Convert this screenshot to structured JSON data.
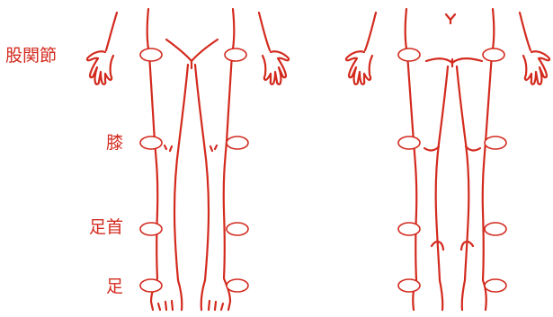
{
  "labels": {
    "hip": "股関節",
    "knee": "膝",
    "ankle": "足首",
    "foot": "足"
  },
  "colors": {
    "line": "#d32a1e",
    "background": "#ffffff"
  }
}
